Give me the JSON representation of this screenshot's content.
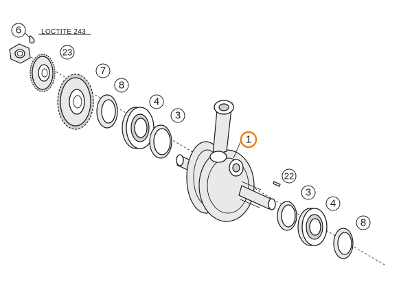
{
  "note": "LOCTITE 243",
  "highlight_color": "#ee7f00",
  "callouts": {
    "c6": "6",
    "c23": "23",
    "c7": "7",
    "c8a": "8",
    "c4a": "4",
    "c3a": "3",
    "c1": "1",
    "c22": "22",
    "c3b": "3",
    "c4b": "4",
    "c8b": "8"
  }
}
